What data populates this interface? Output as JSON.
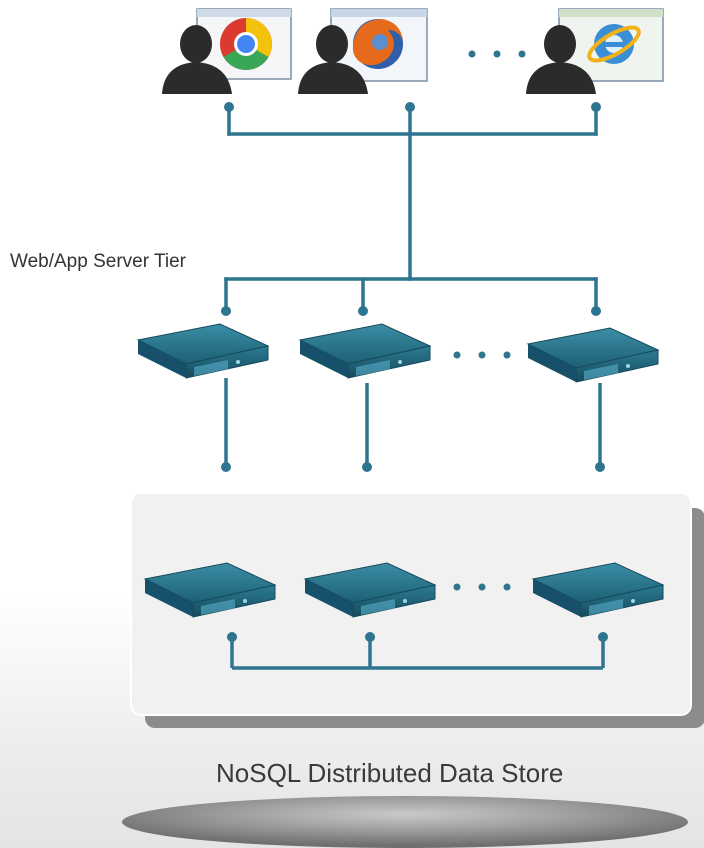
{
  "web_tier_label": "Web/App Server Tier",
  "data_store_label": "NoSQL Distributed Data Store",
  "colors": {
    "connector": "#2e7590",
    "server_top": "#2a7a92",
    "server_front": "#1d5f74",
    "user_silhouette": "#2b2b2b",
    "panel_bg": "#f2f2f2",
    "panel_shadow": "#8a8a8a"
  },
  "clients": [
    {
      "icon": "chrome-browser-icon"
    },
    {
      "icon": "firefox-browser-icon"
    },
    {
      "icon": "internet-explorer-browser-icon"
    }
  ],
  "app_servers": 3,
  "data_store_nodes": 3
}
